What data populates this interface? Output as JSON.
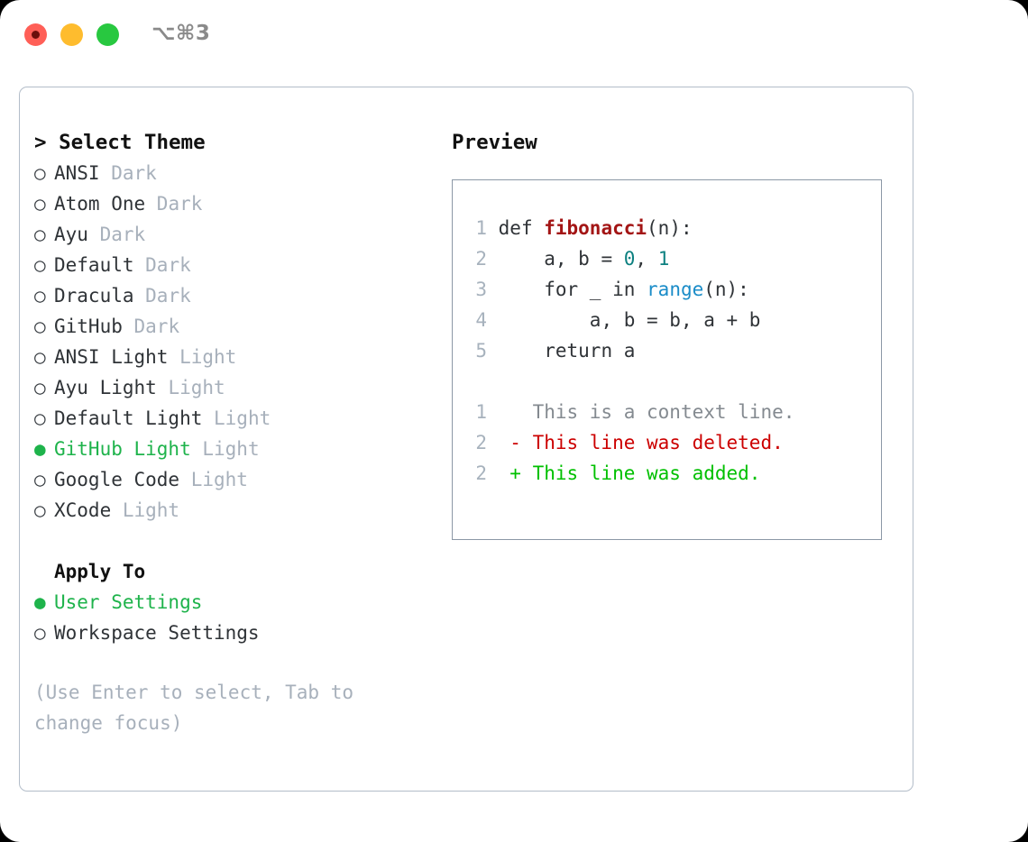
{
  "titlebar": {
    "close_label": "close",
    "minimize_label": "minimize",
    "maximize_label": "maximize",
    "shortcut": "⌥⌘3",
    "colors": {
      "close": "#ff5f57",
      "minimize": "#febc2e",
      "maximize": "#28c840"
    }
  },
  "theme_picker": {
    "header": "> Select Theme",
    "items": [
      {
        "bullet": "○",
        "name": "ANSI",
        "tag": "Dark",
        "selected": false
      },
      {
        "bullet": "○",
        "name": "Atom One",
        "tag": "Dark",
        "selected": false
      },
      {
        "bullet": "○",
        "name": "Ayu",
        "tag": "Dark",
        "selected": false
      },
      {
        "bullet": "○",
        "name": "Default",
        "tag": "Dark",
        "selected": false
      },
      {
        "bullet": "○",
        "name": "Dracula",
        "tag": "Dark",
        "selected": false
      },
      {
        "bullet": "○",
        "name": "GitHub",
        "tag": "Dark",
        "selected": false
      },
      {
        "bullet": "○",
        "name": "ANSI Light",
        "tag": "Light",
        "selected": false
      },
      {
        "bullet": "○",
        "name": "Ayu Light",
        "tag": "Light",
        "selected": false
      },
      {
        "bullet": "○",
        "name": "Default Light",
        "tag": "Light",
        "selected": false
      },
      {
        "bullet": "●",
        "name": "GitHub Light",
        "tag": "Light",
        "selected": true
      },
      {
        "bullet": "○",
        "name": "Google Code",
        "tag": "Light",
        "selected": false
      },
      {
        "bullet": "○",
        "name": "XCode",
        "tag": "Light",
        "selected": false
      }
    ]
  },
  "apply_to": {
    "label": "Apply To",
    "items": [
      {
        "bullet": "●",
        "name": "User Settings",
        "selected": true
      },
      {
        "bullet": "○",
        "name": "Workspace Settings",
        "selected": false
      }
    ]
  },
  "hint": "(Use Enter to select, Tab to change focus)",
  "preview": {
    "title": "Preview",
    "code_lines": [
      {
        "num": "1",
        "tokens": [
          {
            "t": "def ",
            "c": "tok-def"
          },
          {
            "t": "fibonacci",
            "c": "tok-fn"
          },
          {
            "t": "(n):",
            "c": "tok-plain"
          }
        ]
      },
      {
        "num": "2",
        "tokens": [
          {
            "t": "    a, b = ",
            "c": "tok-plain"
          },
          {
            "t": "0",
            "c": "tok-num"
          },
          {
            "t": ", ",
            "c": "tok-plain"
          },
          {
            "t": "1",
            "c": "tok-num"
          }
        ]
      },
      {
        "num": "3",
        "tokens": [
          {
            "t": "    for _ in ",
            "c": "tok-plain"
          },
          {
            "t": "range",
            "c": "tok-builtin"
          },
          {
            "t": "(n):",
            "c": "tok-plain"
          }
        ]
      },
      {
        "num": "4",
        "tokens": [
          {
            "t": "        a, b = b, a + b",
            "c": "tok-plain"
          }
        ]
      },
      {
        "num": "5",
        "tokens": [
          {
            "t": "    return a",
            "c": "tok-plain"
          }
        ]
      }
    ],
    "diff_lines": [
      {
        "num": "1",
        "marker": "  ",
        "text": "This is a context line.",
        "kind": "diff-ctx"
      },
      {
        "num": "2",
        "marker": "- ",
        "text": "This line was deleted.",
        "kind": "diff-del"
      },
      {
        "num": "2",
        "marker": "+ ",
        "text": "This line was added.",
        "kind": "diff-add"
      }
    ]
  },
  "colors": {
    "accent_green": "#1eb34b",
    "muted": "#a7b0bb",
    "diff_add": "#00c000",
    "diff_del": "#cc0000",
    "border": "#b3bdc9"
  }
}
